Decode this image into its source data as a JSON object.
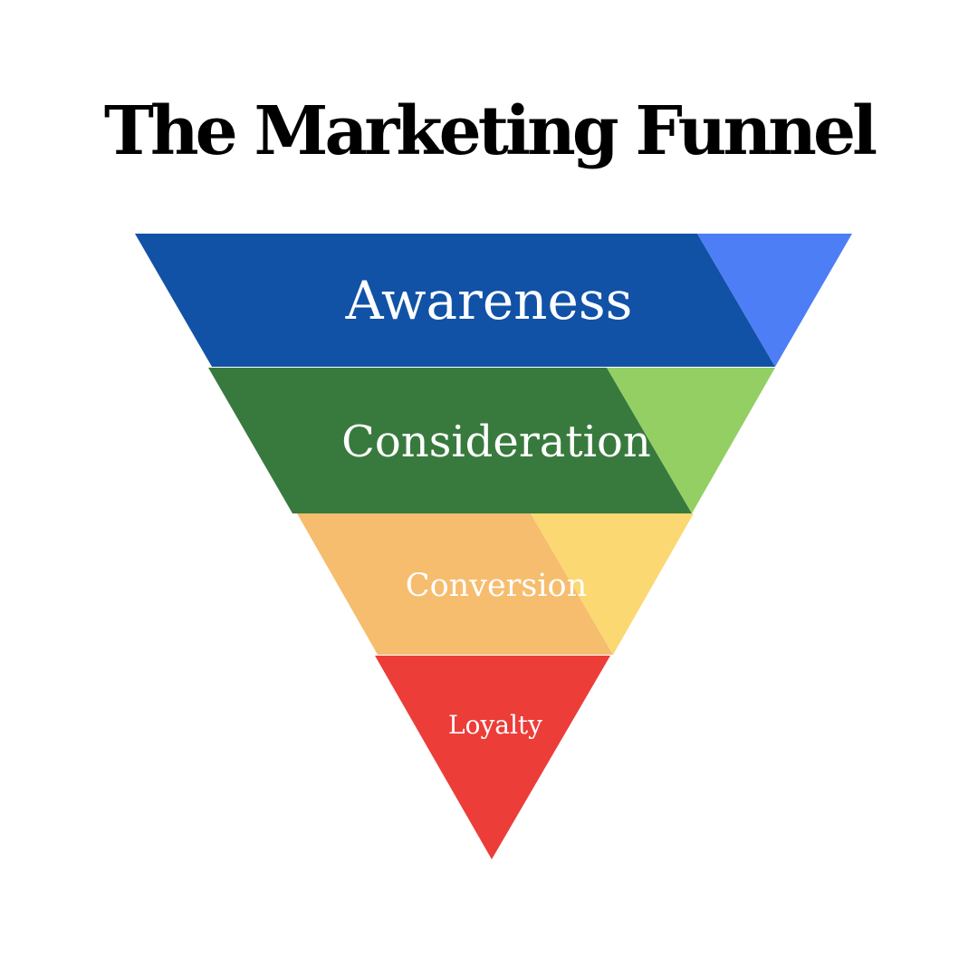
{
  "title": "The Marketing Funnel",
  "stages": [
    {
      "name": "awareness",
      "label": "Awareness",
      "color_main": "#1152A7",
      "color_accent": "#4E7EF6"
    },
    {
      "name": "consideration",
      "label": "Consideration",
      "color_main": "#387A3D",
      "color_accent": "#93CF63"
    },
    {
      "name": "conversion",
      "label": "Conversion",
      "color_main": "#F6BD6F",
      "color_accent": "#FCD873"
    },
    {
      "name": "loyalty",
      "label": "Loyalty",
      "color_main": "#EC3D39"
    }
  ]
}
